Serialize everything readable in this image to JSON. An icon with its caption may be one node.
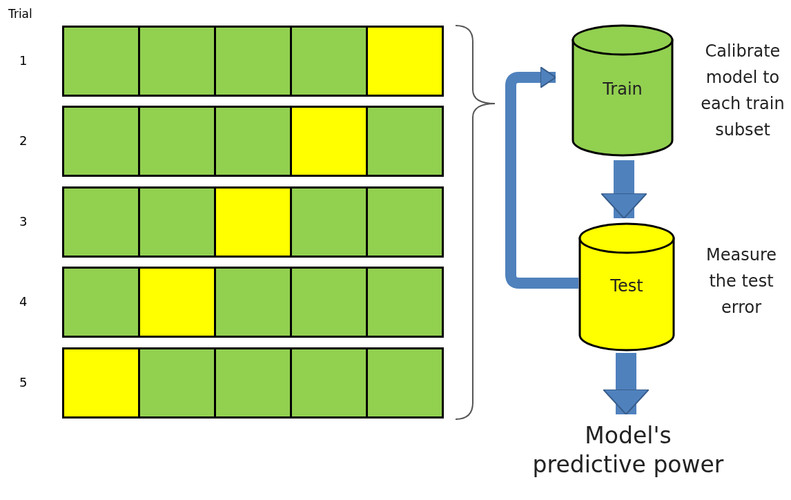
{
  "diagram": {
    "nodes": [
      {
        "text": [
          "Train"
        ],
        "beside": [
          "Calibrate model to each train subset"
        ]
      },
      {
        "text": [
          "Test"
        ],
        "beside": [
          "Measure the test error"
        ]
      },
      {
        "text": [
          "Model's predictive power"
        ]
      }
    ],
    "edges": [
      {
        "from": 1,
        "to": 0,
        "arrow": "to"
      },
      {
        "from": 0,
        "to": 1,
        "arrow": "to"
      },
      {
        "from": 1,
        "to": 2,
        "arrow": "to"
      }
    ],
    "labels": [
      "Trial",
      "1",
      "2",
      "3",
      "4",
      "5"
    ]
  }
}
